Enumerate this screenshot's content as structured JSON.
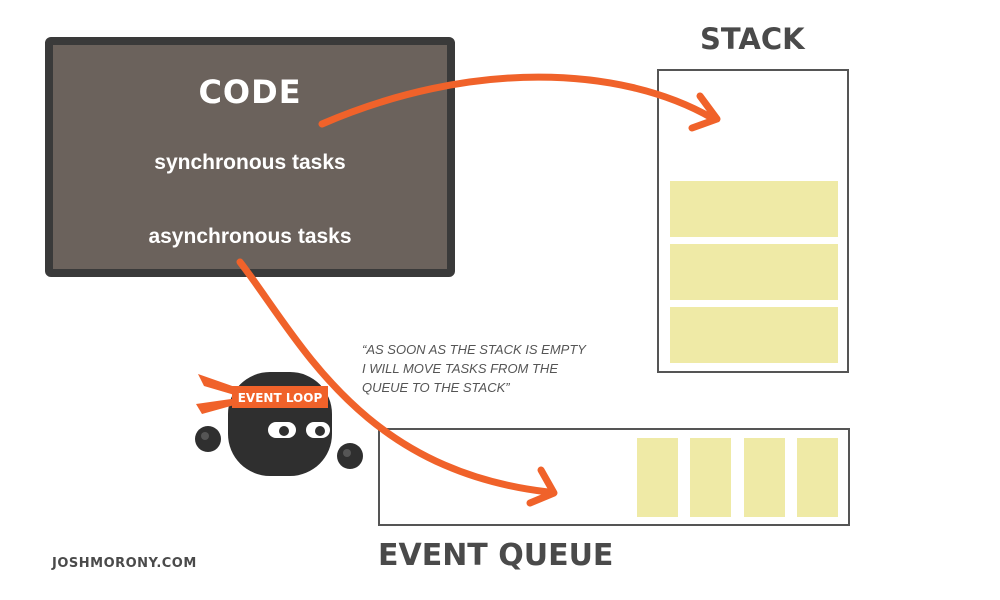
{
  "code": {
    "title": "CODE",
    "sync_label": "synchronous tasks",
    "async_label": "asynchronous tasks"
  },
  "stack": {
    "title": "STACK",
    "slot_count": 3
  },
  "event_queue": {
    "title": "EVENT QUEUE",
    "slot_count": 4
  },
  "event_loop": {
    "label": "EVENT LOOP",
    "quote_lines": [
      "“AS SOON AS THE STACK IS EMPTY",
      "I WILL MOVE TASKS FROM THE",
      "QUEUE TO THE STACK”"
    ]
  },
  "footer": {
    "site": "JOSHMORONY.COM"
  },
  "colors": {
    "arrow": "#f0622a",
    "code_box": "#6b625c",
    "slot_fill": "#efeaa6",
    "headband": "#f0622a",
    "ninja_body": "#2f2f2f"
  },
  "icons": [
    "code-box",
    "stack-box",
    "event-queue-box",
    "ninja-icon",
    "arrow-icon"
  ]
}
